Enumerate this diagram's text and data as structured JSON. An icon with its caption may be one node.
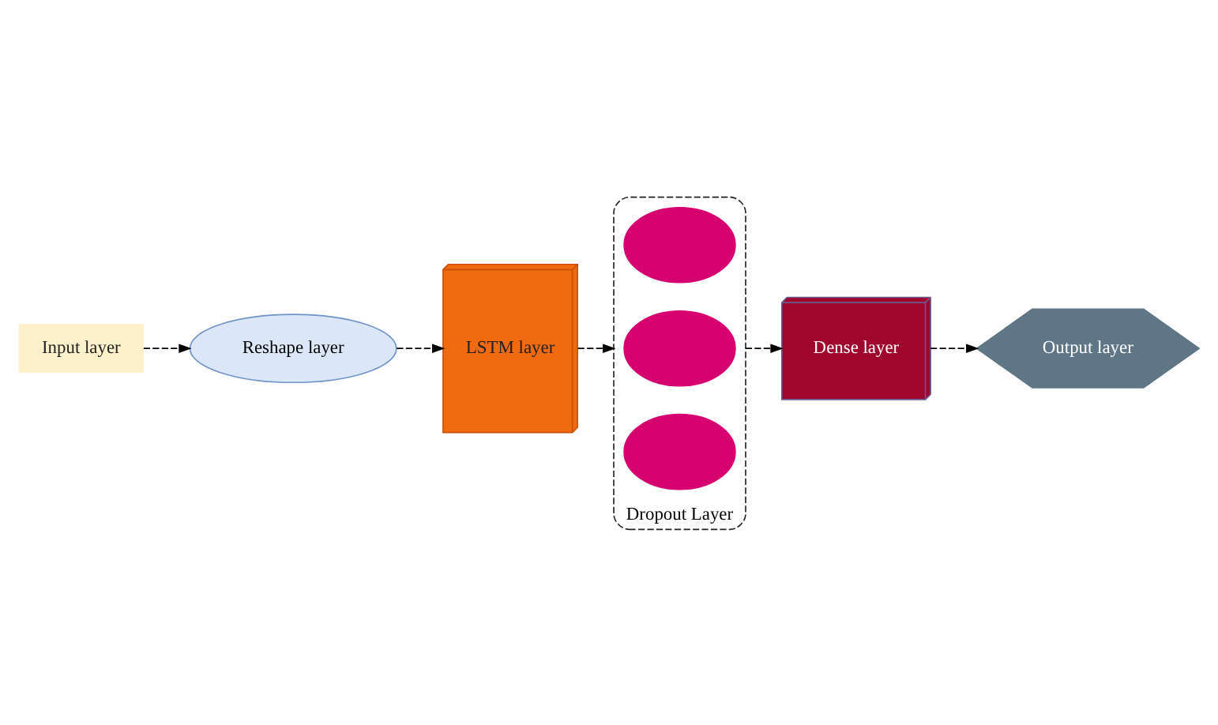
{
  "diagram": {
    "nodes": [
      {
        "text": [
          "Input layer"
        ]
      },
      {
        "text": [
          "Reshape layer"
        ]
      },
      {
        "text": [
          "LSTM layer"
        ]
      },
      {
        "text": [
          "Dropout Layer"
        ]
      },
      {
        "text": [],
        "shape": "circle",
        "in": 3
      },
      {
        "text": [],
        "shape": "circle",
        "in": 3
      },
      {
        "text": [],
        "shape": "circle",
        "in": 3
      },
      {
        "text": [
          "Dense layer"
        ]
      },
      {
        "text": [
          "Output layer"
        ]
      }
    ],
    "edges": [
      {
        "from": 0,
        "to": 1,
        "arrow": "to",
        "style": "dashed"
      },
      {
        "from": 1,
        "to": 2,
        "arrow": "to",
        "style": "dashed"
      },
      {
        "from": 2,
        "to": 3,
        "arrow": "to",
        "style": "dashed"
      },
      {
        "from": 3,
        "to": 7,
        "arrow": "to",
        "style": "dashed"
      },
      {
        "from": 7,
        "to": 8,
        "arrow": "to",
        "style": "dashed"
      }
    ]
  }
}
